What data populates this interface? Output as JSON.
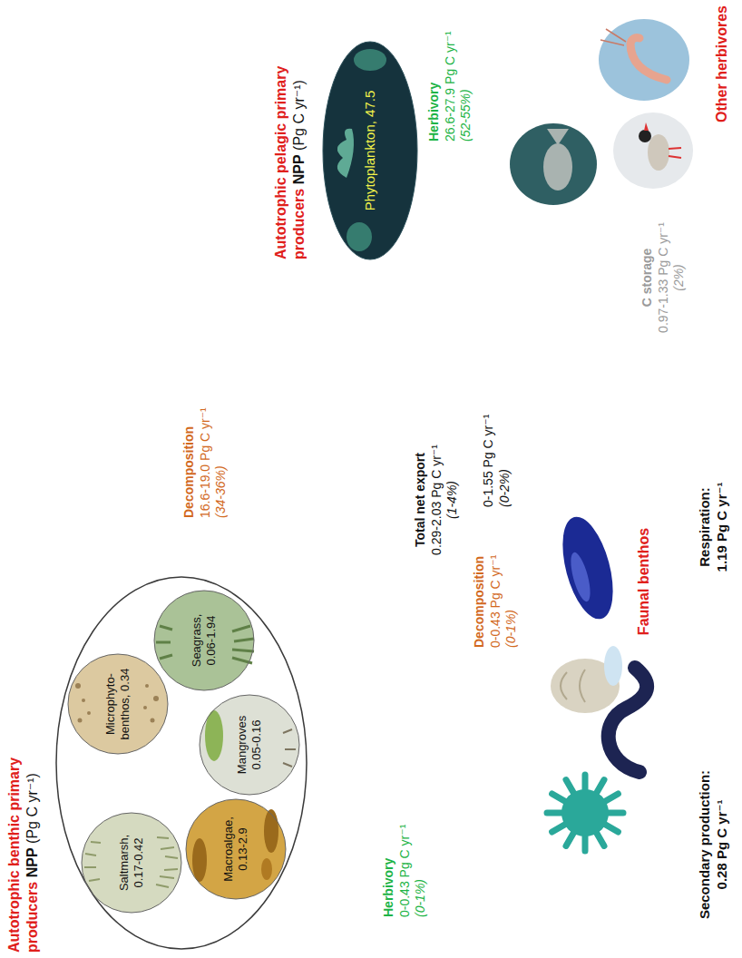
{
  "diagram": {
    "nodes": [
      {
        "text": [
          "Autotrophic benthic primary producers",
          "NPP",
          "(Pg C yr⁻¹)"
        ]
      },
      {
        "text": [
          "Saltmarsh, 0.17-0.42"
        ],
        "in": 0
      },
      {
        "text": [
          "Microphyto-benthos, 0.34"
        ],
        "in": 0
      },
      {
        "text": [
          "Macroalgae, 0.13-2.9"
        ],
        "in": 0
      },
      {
        "text": [
          "Mangroves 0.05-0.16"
        ],
        "in": 0
      },
      {
        "text": [
          "Seagrass, 0.06-1.94"
        ],
        "in": 0
      },
      {
        "text": [
          "Autotrophic pelagic primary producers",
          "NPP",
          "(Pg C yr⁻¹)",
          "Phytoplankton, 47.5"
        ]
      },
      {
        "text": [
          "Other herbivores"
        ]
      },
      {
        "text": [
          "C storage",
          "0.97-1.33 Pg C yr⁻¹",
          "(2%)"
        ]
      },
      {
        "text": [
          "Total net export",
          "0.29-2.03 Pg C yr⁻¹",
          "(1-4%)"
        ]
      },
      {
        "text": [
          "Faunal benthos"
        ]
      },
      {
        "text": [
          "Respiration:",
          "1.19 Pg C yr⁻¹"
        ]
      },
      {
        "text": [
          "Secondary production:",
          "0.28 Pg C yr⁻¹"
        ]
      }
    ],
    "edges": [
      {
        "from": 6,
        "to": 0,
        "arrow": "to"
      },
      {
        "from": 6,
        "to": 7,
        "arrow": "to"
      },
      {
        "from": 0,
        "to": 7,
        "arrow": "to"
      },
      {
        "from": 6,
        "to": 8,
        "arrow": "to"
      },
      {
        "from": 0,
        "to": 8,
        "arrow": "to"
      },
      {
        "from": 6,
        "to": 9,
        "arrow": "to"
      },
      {
        "from": 0,
        "to": 9,
        "arrow": "to"
      },
      {
        "from": 9,
        "to": 10,
        "arrow": "to"
      },
      {
        "from": 0,
        "to": 10,
        "arrow": "to"
      },
      {
        "from": 0,
        "to": 10,
        "arrow": "to"
      },
      {
        "from": 10,
        "to": 11,
        "arrow": "to"
      },
      {
        "from": 10,
        "to": 12,
        "arrow": "to"
      }
    ],
    "labels": [
      "Decomposition",
      "16.6-19.0 Pg C yr⁻¹",
      "(34-36%)",
      "Herbivory",
      "26.6-27.9 Pg C yr⁻¹",
      "(52-55%)",
      "0-1.55 Pg C yr⁻¹",
      "(0-2%)",
      "Decomposition",
      "0-0.43 Pg C yr⁻¹",
      "(0-1%)",
      "Herbivory",
      "0-0.43 Pg C yr⁻¹",
      "(0-1%)"
    ]
  }
}
